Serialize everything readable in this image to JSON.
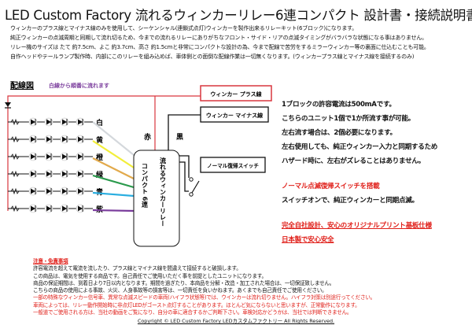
{
  "title": "LED Custom Factory 流れるウィンカーリレー6連コンパクト 設計書・接続説明書",
  "intro": [
    "ウィンカーのプラス線とマイナス線のみを使用して、シーケンシャル(連鎖式点灯)ウィンカーを製作出来るリレーキット(6ブロック)になります。",
    "純正ウィンカーの点滅周期と同期して流れ切るため、今までの流れるリレーにありがちなフロント・サイド・リアの点滅タイミングがバラバラな状態になる事はありません。",
    "リレー機のサイズは たて 約7.5cm、よこ 約3.7cm、高さ 約1.5cmと非常にコンパクトな設計の為、今まで配線で苦労をするミラーウィンカー等の裏面に仕込むことも可能。",
    "自作ヘッドやテールランプ製作時、内部にこのリレーを組み込めば、車体側との面倒な配線作業は一切無くなります。(ウィンカープラス線とマイナス線を接続するのみ)"
  ],
  "diagram": {
    "heading": "配線図",
    "subheading": "白線から順番に流れます",
    "plus_label": "ウィンカー プラス線",
    "minus_label": "ウィンカー マイナス線",
    "switch_label": "ノーマル復帰スイッチ",
    "red_label": "赤",
    "black_label": "黒",
    "relay_col1": "流れるウィンカーリレー",
    "relay_col2": "コンパクト 6連",
    "wires": [
      {
        "label": "白",
        "color": "#d4d8dc"
      },
      {
        "label": "黄",
        "color": "#f2ee3a"
      },
      {
        "label": "橙",
        "color": "#e2aa4c"
      },
      {
        "label": "緑",
        "color": "#2a9a4c"
      },
      {
        "label": "青",
        "color": "#2aaee0"
      },
      {
        "label": "紫",
        "color": "#7a3c9c"
      }
    ],
    "colors": {
      "plus": "#d9363e",
      "minus": "#111111"
    }
  },
  "specs": [
    "1ブロックの許容電流は500mAです。",
    "こちらのユニット1個で1か所流す事が可能。",
    "左右流す場合は、2個必要になります。",
    "左右使用しても、純正ウィンカー入力と同期するため",
    "ハザード時に、左右がズレることはありません。"
  ],
  "switch_feature": {
    "title": "ノーマル点滅復帰スイッチを搭載",
    "text": "スイッチオンで、純正ウィンカーと同期点滅。"
  },
  "quality": [
    "完全自社設計、安心のオリジナルプリント基板仕様",
    "日本製で安心安全"
  ],
  "notes": {
    "heading": "注意・免責事項",
    "black": [
      "許容電流を超えて電流を流したり、プラス線とマイナス線を間違えて接続すると破損します。",
      "この商品は、電気を使用する商品です。自己責任でご使用いただく事を前提としたユニットになります。",
      "商品の保証期間は、到着日より7日以内となります。期間を過ぎたり、本商品を分解・改造・加工された場合は、一切保証致しません。",
      "こちらの商品の使用による事故、火災、人身事故等の損害等は、一切責任を負いかねます。あくまでも自己責任でご使用ください。"
    ],
    "red": [
      "一部の特殊なウィンカー信号車、異常な点滅スピードの車両(ハイフラ状態等)では、ウインカーは流れ切りません。ハイフラ対策は別途行ってください。",
      "車両によっては、リレー動作開始時に非点灯LEDがゴースト点灯することがあります。ほとんど気にならないと思いますが、正常動作になります。",
      "一般道でご使用される方は、当社の動画をご覧になり、自分の車に適合するかご判断下さい。車検対応かどうかは、当社では判断できません。"
    ]
  },
  "copyright": "Copyright © LED Custom Factory  LEDカスタムファクトリー All Rights Reserved."
}
